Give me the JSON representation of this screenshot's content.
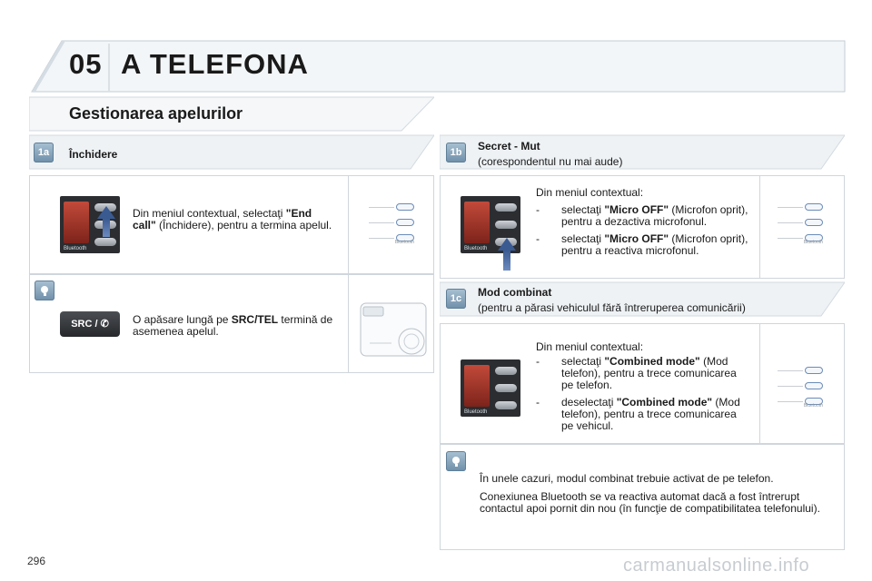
{
  "header": {
    "chapter_number": "05",
    "chapter_title": "A TELEFONA",
    "section_title": "Gestionarea apelurilor"
  },
  "left": {
    "close_call": {
      "step_label": "1a",
      "title": "Închidere",
      "text_before": "Din meniul contextual, selectaţi ",
      "text_bold": "\"End call\"",
      "text_after": " (Închidere), pentru a termina apelul."
    },
    "tip": {
      "button_label": "SRC / ✆",
      "text_before": "O apăsare lungă pe ",
      "text_bold": "SRC/TEL",
      "text_after": " termină de asemenea apelul."
    }
  },
  "right": {
    "mute": {
      "step_label": "1b",
      "title": "Secret - Mut",
      "subtitle": "(corespondentul nu mai aude)",
      "intro": "Din meniul contextual:",
      "items": [
        {
          "dash": "-",
          "before": "selectaţi ",
          "bold": "\"Micro OFF\"",
          "after": " (Microfon oprit), pentru a dezactiva microfonul."
        },
        {
          "dash": "-",
          "before": "selectaţi ",
          "bold": "\"Micro OFF\"",
          "after": " (Microfon oprit), pentru a reactiva microfonul."
        }
      ]
    },
    "combined": {
      "step_label": "1c",
      "title": "Mod combinat",
      "subtitle": "(pentru a părasi vehiculul fără întreruperea comunicării)",
      "intro": "Din meniul contextual:",
      "items": [
        {
          "dash": "-",
          "before": "selectaţi ",
          "bold": "\"Combined mode\"",
          "after": " (Mod telefon), pentru a trece comunicarea pe telefon."
        },
        {
          "dash": "-",
          "before": "deselectaţi ",
          "bold": "\"Combined mode\"",
          "after": " (Mod telefon), pentru a trece comunicarea pe vehicul."
        }
      ]
    },
    "tip": {
      "para1": "În unele cazuri, modul combinat trebuie activat de pe telefon.",
      "para2": "Conexiunea Bluetooth se va reactiva automat dacă a fost întrerupt contactul apoi pornit din nou (în funcţie de compatibilitatea telefonului)."
    }
  },
  "device": {
    "bluetooth_label": "Bluetooth"
  },
  "footer": {
    "page_number": "296",
    "watermark": "carmanualsonline.info"
  },
  "colors": {
    "accent_blue": "#3a5a92",
    "border": "#cfd6dc",
    "step_badge": "#6e8ea8"
  },
  "icons": [
    "lightbulb-icon",
    "arrow-up-icon",
    "bluetooth-icon",
    "phone-icon"
  ]
}
